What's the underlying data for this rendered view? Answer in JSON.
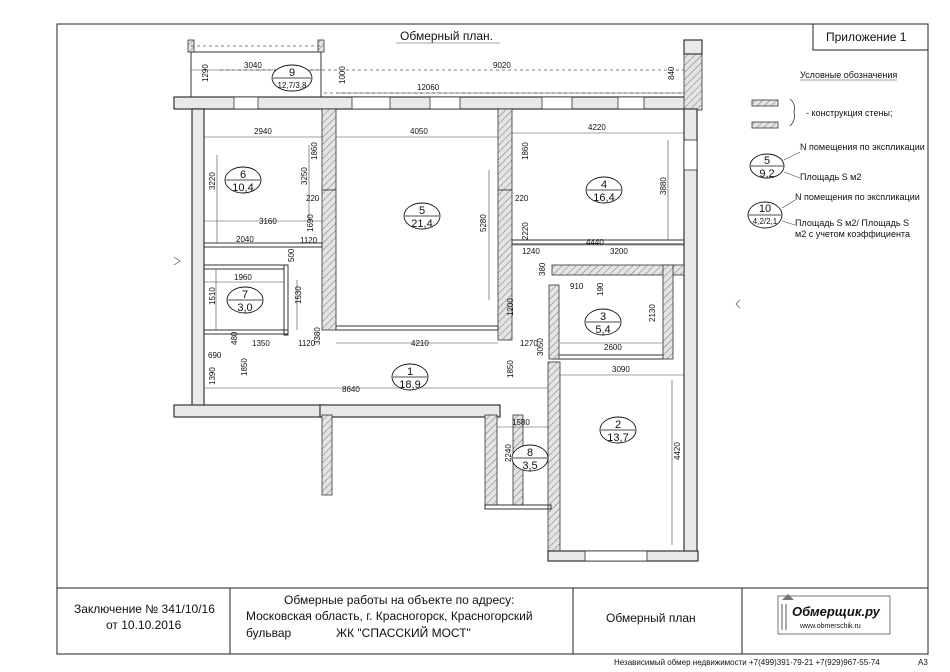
{
  "header": {
    "title": "Обмерный план.",
    "appendix": "Приложение 1"
  },
  "legend": {
    "heading": "Условные обозначения",
    "wall_label": "- конструкция стены;",
    "room_no_label": "N помещения по экспликации",
    "room_area_label": "Площадь S м2",
    "balcony_no_label": "N помещения по экспликации",
    "balcony_area_label_1": "Площадь S м2/ Площадь S",
    "balcony_area_label_2": "м2 с учетом коэффициента",
    "sample_room_no": "5",
    "sample_room_area": "9,2",
    "sample_balcony_no": "10",
    "sample_balcony_area": "4,2/2,1"
  },
  "rooms": [
    {
      "no": "9",
      "area": "12,7/3,8"
    },
    {
      "no": "6",
      "area": "10,4"
    },
    {
      "no": "5",
      "area": "21,4"
    },
    {
      "no": "4",
      "area": "16,4"
    },
    {
      "no": "7",
      "area": "3,0"
    },
    {
      "no": "3",
      "area": "5,4"
    },
    {
      "no": "1",
      "area": "18,9"
    },
    {
      "no": "2",
      "area": "13,7"
    },
    {
      "no": "8",
      "area": "3,5"
    }
  ],
  "dimensions": {
    "d1290": "1290",
    "d3040": "3040",
    "d1000": "1000",
    "d9020": "9020",
    "d840": "840",
    "d12060": "12060",
    "d2940": "2940",
    "d4050": "4050",
    "d4220": "4220",
    "d1860a": "1860",
    "d1860b": "1860",
    "d3220": "3220",
    "d3250": "3250",
    "d3880": "3880",
    "d220a": "220",
    "d220b": "220",
    "d5280": "5280",
    "d3160": "3160",
    "d1690": "1690",
    "d1120a": "1120",
    "d2220": "2220",
    "d4440": "4440",
    "d2040": "2040",
    "d3200": "3200",
    "d1240": "1240",
    "d500": "500",
    "d380": "380",
    "d1960": "1960",
    "d910": "910",
    "d190": "190",
    "d1510": "1510",
    "d1530": "1530",
    "d1200": "1200",
    "d2130": "2130",
    "d480": "480",
    "d3380": "3380",
    "d690": "690",
    "d1350": "1350",
    "d1120b": "1120",
    "d4210": "4210",
    "d1270": "1270",
    "d3050": "3050",
    "d2600": "2600",
    "d1390": "1390",
    "d1850a": "1850",
    "d1850b": "1850",
    "d3090": "3090",
    "d8640": "8640",
    "d1580": "1580",
    "d2240": "2240",
    "d4420": "4420"
  },
  "title_block": {
    "conclusion_line1": "Заключение № 341/10/16",
    "conclusion_line2": "от 10.10.2016",
    "address_line1": "Обмерные работы на объекте по адресу:",
    "address_line2": "Московская область, г. Красногорск, Красногорский",
    "address_line3": "бульвар",
    "address_line3b": "ЖК \"СПАССКИЙ МОСТ\"",
    "plan_name": "Обмерный план",
    "logo_text": "Обмерщик.ру",
    "logo_url": "www.obmerschik.ru"
  },
  "footer": {
    "contacts": "Независимый обмер недвижимости +7(499)391-79-21 +7(929)967-55-74",
    "sheet_size": "А3"
  }
}
